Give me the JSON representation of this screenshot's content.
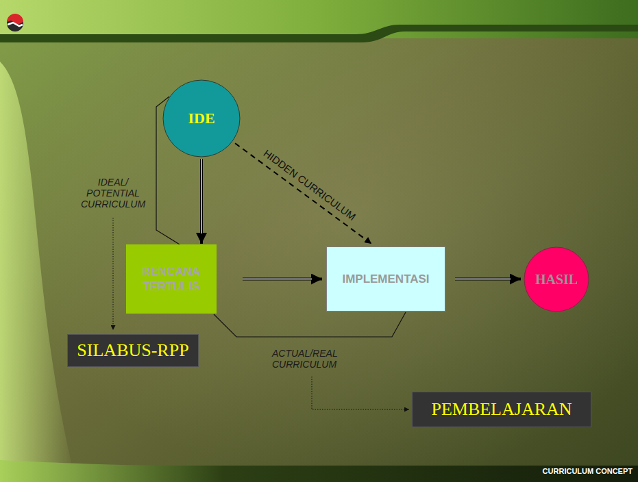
{
  "diagram": {
    "nodes": [
      {
        "text": [
          "IDE"
        ]
      },
      {
        "text": [
          "RENCANA TERTULIS"
        ]
      },
      {
        "text": [
          "IMPLEMENTASI"
        ]
      },
      {
        "text": [
          "HASIL"
        ]
      },
      {
        "text": [
          "SILABUS-RPP"
        ]
      },
      {
        "text": [
          "PEMBELAJARAN"
        ]
      }
    ],
    "edges": [
      {
        "from": 0,
        "to": 1,
        "arrow": "to"
      },
      {
        "from": 1,
        "to": 2,
        "arrow": "to"
      },
      {
        "from": 2,
        "to": 3,
        "arrow": "to"
      },
      {
        "from": 0,
        "to": 2,
        "label": "HIDDEN CURRICULUM",
        "arrow": "to"
      }
    ],
    "labels": [
      "IDEAL/ POTENTIAL CURRICULUM",
      "ACTUAL/REAL CURRICULUM",
      "CURRICULUM CONCEPT"
    ]
  }
}
